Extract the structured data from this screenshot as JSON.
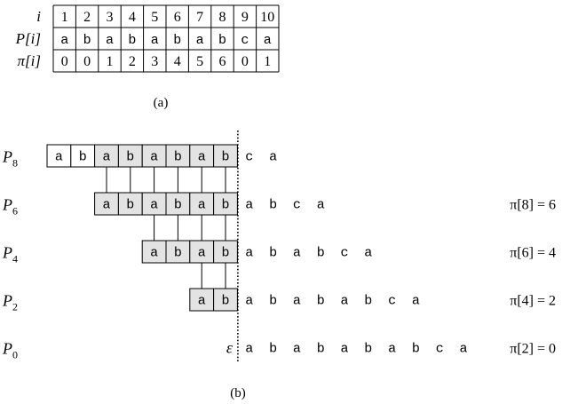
{
  "table_a": {
    "rows": [
      {
        "label": "i",
        "cells": [
          "1",
          "2",
          "3",
          "4",
          "5",
          "6",
          "7",
          "8",
          "9",
          "10"
        ]
      },
      {
        "label": "P[i]",
        "cells": [
          "a",
          "b",
          "a",
          "b",
          "a",
          "b",
          "a",
          "b",
          "c",
          "a"
        ]
      },
      {
        "label": "π[i]",
        "cells": [
          "0",
          "0",
          "1",
          "2",
          "3",
          "4",
          "5",
          "6",
          "0",
          "1"
        ]
      }
    ],
    "caption": "(a)"
  },
  "part_b": {
    "caption": "(b)",
    "text": "ababababca",
    "epsilon": "ε",
    "rows": [
      {
        "name": "P",
        "sub": "8",
        "shift": 0,
        "len": 8,
        "eq": ""
      },
      {
        "name": "P",
        "sub": "6",
        "shift": 2,
        "len": 6,
        "eq": "π[8] = 6"
      },
      {
        "name": "P",
        "sub": "4",
        "shift": 4,
        "len": 4,
        "eq": "π[6] = 4"
      },
      {
        "name": "P",
        "sub": "2",
        "shift": 6,
        "len": 2,
        "eq": "π[4] = 2"
      },
      {
        "name": "P",
        "sub": "0",
        "shift": 8,
        "len": 0,
        "eq": "π[2] = 0"
      }
    ]
  }
}
